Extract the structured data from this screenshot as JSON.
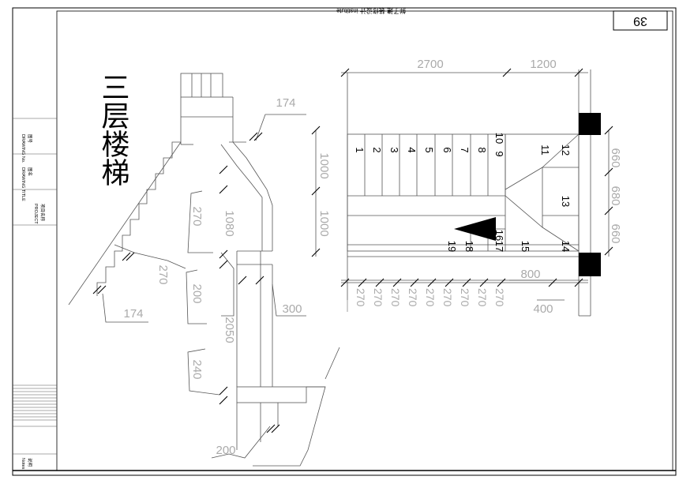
{
  "sheet": {
    "page_number": "39",
    "header_text": "鲜子建 装修设计 institute",
    "stair_title": "三层楼梯",
    "title_block": {
      "project": "PROJECT",
      "project_cn": "项目名称",
      "drawing_title": "DRAWING TITLE",
      "drawing_title_cn": "图名",
      "drawing_no": "DRAWING No.",
      "drawing_no_cn": "图号",
      "notes": "Notes",
      "notes_cn": "说明"
    }
  },
  "plan": {
    "dims_top": [
      "2700",
      "1200"
    ],
    "dims_left": [
      "1000",
      "1000"
    ],
    "dims_right": [
      "660",
      "680",
      "660"
    ],
    "dims_bottom": [
      "800",
      "400"
    ],
    "tread_dims": [
      "270",
      "270",
      "270",
      "270",
      "270",
      "270",
      "270",
      "270",
      "270"
    ],
    "steps": [
      "1",
      "2",
      "3",
      "4",
      "5",
      "6",
      "7",
      "8",
      "9",
      "10",
      "11",
      "12",
      "13",
      "14",
      "15",
      "16",
      "17",
      "18",
      "19"
    ]
  },
  "section": {
    "dims": [
      "174",
      "270",
      "1080",
      "200",
      "2050",
      "240",
      "300",
      "200",
      "174",
      "270"
    ]
  }
}
